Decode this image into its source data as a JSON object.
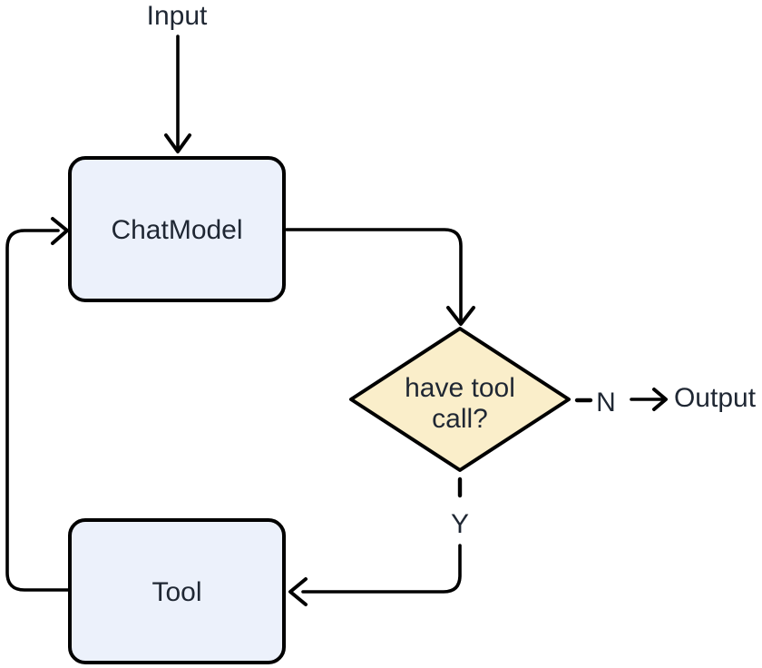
{
  "colors": {
    "background": "#ffffff",
    "node-fill": "#ecf1fb",
    "decision-fill": "#faeeca",
    "stroke": "#000000",
    "text": "#1f2733"
  },
  "nodes": {
    "input": {
      "label": "Input"
    },
    "chat_model": {
      "label": "ChatModel"
    },
    "decision": {
      "label_line1": "have tool",
      "label_line2": "call?"
    },
    "tool": {
      "label": "Tool"
    },
    "output": {
      "label": "Output"
    }
  },
  "edge_labels": {
    "no": "N",
    "yes": "Y"
  }
}
